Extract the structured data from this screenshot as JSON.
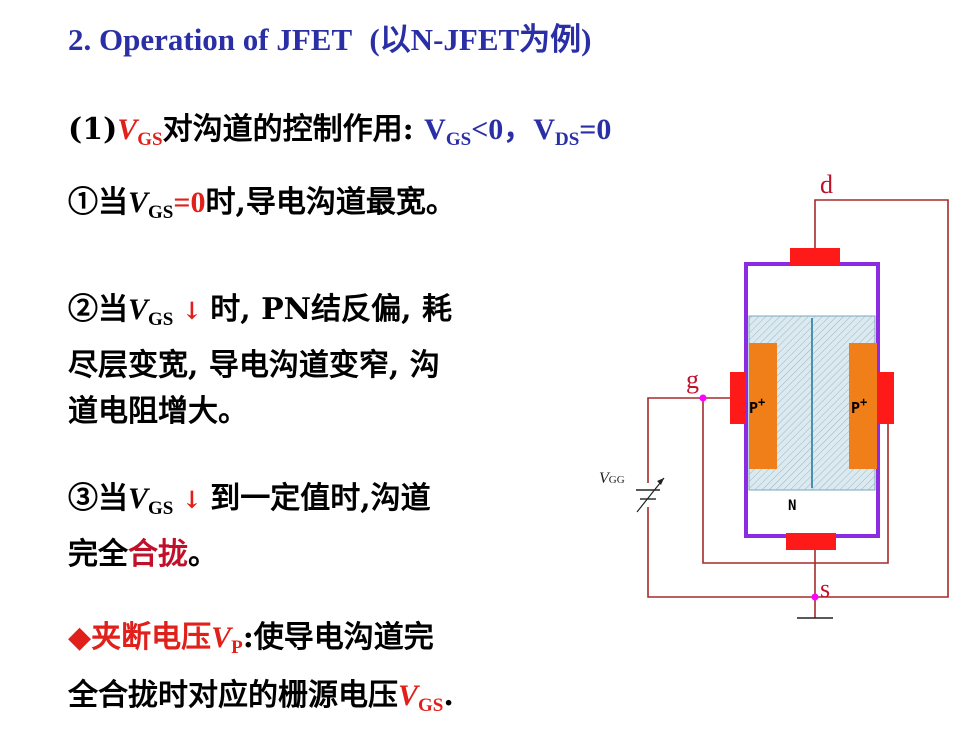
{
  "title": {
    "main": "2. Operation of  JFET",
    "paren": "(以N-JFET为例)"
  },
  "heading1": {
    "num": "(1)",
    "v": "V",
    "sub": "GS",
    "text": "对沟道的控制作用",
    "colon": ": ",
    "cond1_v": "V",
    "cond1_sub": "GS",
    "cond1_rest": "<0，",
    "cond2_v": "V",
    "cond2_sub": "DS",
    "cond2_rest": "=0"
  },
  "item1": {
    "marker": "①",
    "pre": "当",
    "v": "V",
    "sub": "GS",
    "val": "=0",
    "text": "时,导电沟道最宽。"
  },
  "item2": {
    "marker": "②",
    "pre": "当",
    "v": "V",
    "sub": "GS",
    "arrow": " ↓ ",
    "line1": "时, PN结反偏, 耗",
    "line2": "尽层变宽, 导电沟道变窄, 沟",
    "line3": "道电阻增大。"
  },
  "item3": {
    "marker": "③",
    "pre": "当",
    "v": "V",
    "sub": "GS",
    "arrow": " ↓ ",
    "line1": "到一定值时,沟道",
    "line2a": "完全",
    "line2b": "合拢",
    "line2c": "。"
  },
  "definition": {
    "bullet": "◆",
    "term": "夹断电压",
    "v": "V",
    "sub": "P",
    "line1": ":使导电沟道完",
    "line2": "全合拢时对应的栅源电压",
    "v2": "V",
    "sub2": "GS",
    "end": "."
  },
  "diagram": {
    "label_d": "d",
    "label_g": "g",
    "label_s": "s",
    "label_vgg": "V",
    "label_vgg_sub": "GG",
    "label_p_left": "P",
    "label_p_right": "P",
    "label_plus": "+",
    "label_n": "N",
    "colors": {
      "wire": "#a52a2a",
      "body": "#8b2be2",
      "contact": "#ff1a1a",
      "p_region": "#f07f1a",
      "channel": "#d6e8ee",
      "node": "#ff00ff"
    }
  }
}
